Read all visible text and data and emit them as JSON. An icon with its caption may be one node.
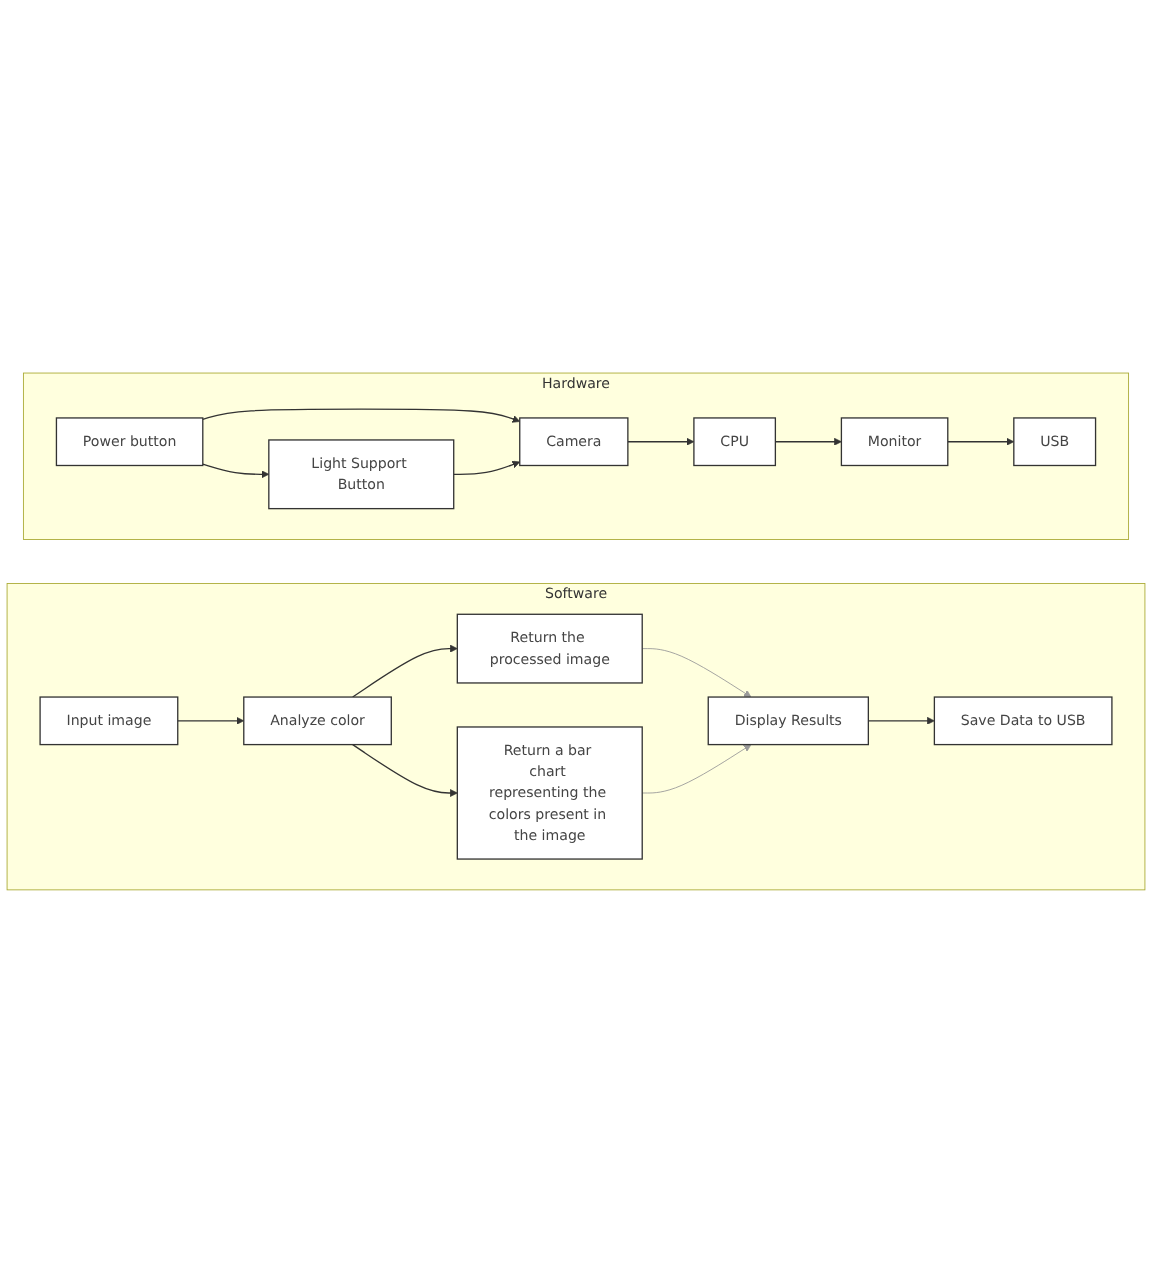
{
  "diagram": {
    "nodes": [
      {
        "text": [
          "Hardware"
        ]
      },
      {
        "text": [
          "Power button"
        ],
        "in": 0
      },
      {
        "text": [
          "Camera"
        ],
        "in": 0
      },
      {
        "text": [
          "Light Support Button"
        ],
        "in": 0
      },
      {
        "text": [
          "CPU"
        ],
        "in": 0
      },
      {
        "text": [
          "Monitor"
        ],
        "in": 0
      },
      {
        "text": [
          "USB"
        ],
        "in": 0
      },
      {
        "text": [
          "Software"
        ]
      },
      {
        "text": [
          "Input image"
        ],
        "in": 7
      },
      {
        "text": [
          "Analyze color"
        ],
        "in": 7
      },
      {
        "text": [
          "Return the processed image"
        ],
        "in": 7
      },
      {
        "text": [
          "Return a bar chart representing the colors present in the image"
        ],
        "in": 7
      },
      {
        "text": [
          "Display Results"
        ],
        "in": 7
      },
      {
        "text": [
          "Save Data to USB"
        ],
        "in": 7
      }
    ],
    "edges": [
      {
        "from": 1,
        "to": 2,
        "arrow": "to"
      },
      {
        "from": 1,
        "to": 3,
        "arrow": "to"
      },
      {
        "from": 3,
        "to": 2,
        "arrow": "to"
      },
      {
        "from": 2,
        "to": 4,
        "arrow": "to"
      },
      {
        "from": 4,
        "to": 5,
        "arrow": "to"
      },
      {
        "from": 5,
        "to": 6,
        "arrow": "to"
      },
      {
        "from": 8,
        "to": 9,
        "arrow": "to"
      },
      {
        "from": 9,
        "to": 10,
        "arrow": "to"
      },
      {
        "from": 9,
        "to": 11,
        "arrow": "to"
      },
      {
        "from": 10,
        "to": 12,
        "arrow": "to",
        "color": "#999999"
      },
      {
        "from": 11,
        "to": 12,
        "arrow": "to",
        "color": "#999999"
      },
      {
        "from": 12,
        "to": 13,
        "arrow": "to"
      }
    ]
  }
}
